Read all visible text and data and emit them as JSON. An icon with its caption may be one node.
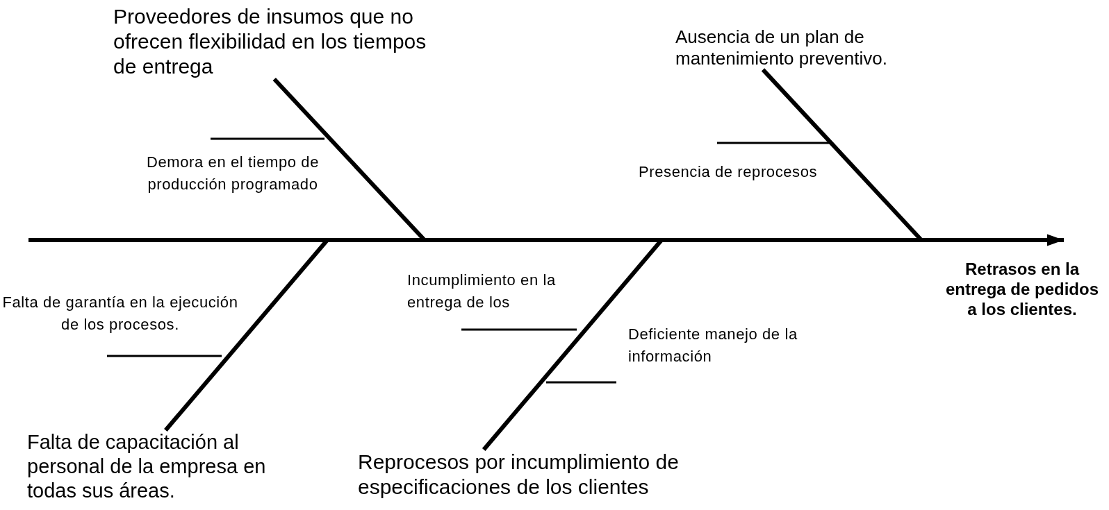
{
  "diagram": {
    "nodes": [
      {
        "text": [
          "Proveedores de insumos que no ofrecen flexibilidad en los tiempos de entrega"
        ]
      },
      {
        "text": [
          "Ausencia de un plan de mantenimiento preventivo."
        ]
      },
      {
        "text": [
          "Demora en el tiempo de producción programado"
        ]
      },
      {
        "text": [
          "Presencia de reprocesos"
        ]
      },
      {
        "text": [
          "Retrasos en la entrega de pedidos a los clientes."
        ]
      },
      {
        "text": [
          "Incumplimiento en la entrega de los"
        ]
      },
      {
        "text": [
          "Falta de garantía en la ejecución de los procesos."
        ]
      },
      {
        "text": [
          "Deficiente manejo de la información"
        ]
      },
      {
        "text": [
          "Falta de capacitación al personal de la empresa en todas sus áreas."
        ]
      },
      {
        "text": [
          "Reprocesos por incumplimiento de especificaciones de los clientes"
        ]
      }
    ],
    "edges": [
      {
        "from": null,
        "to": 4,
        "arrow": "to"
      },
      {
        "from": 0,
        "to": null,
        "arrow": "none"
      },
      {
        "from": 1,
        "to": null,
        "arrow": "none"
      },
      {
        "from": 8,
        "to": null,
        "arrow": "none"
      },
      {
        "from": 9,
        "to": null,
        "arrow": "none"
      }
    ]
  }
}
